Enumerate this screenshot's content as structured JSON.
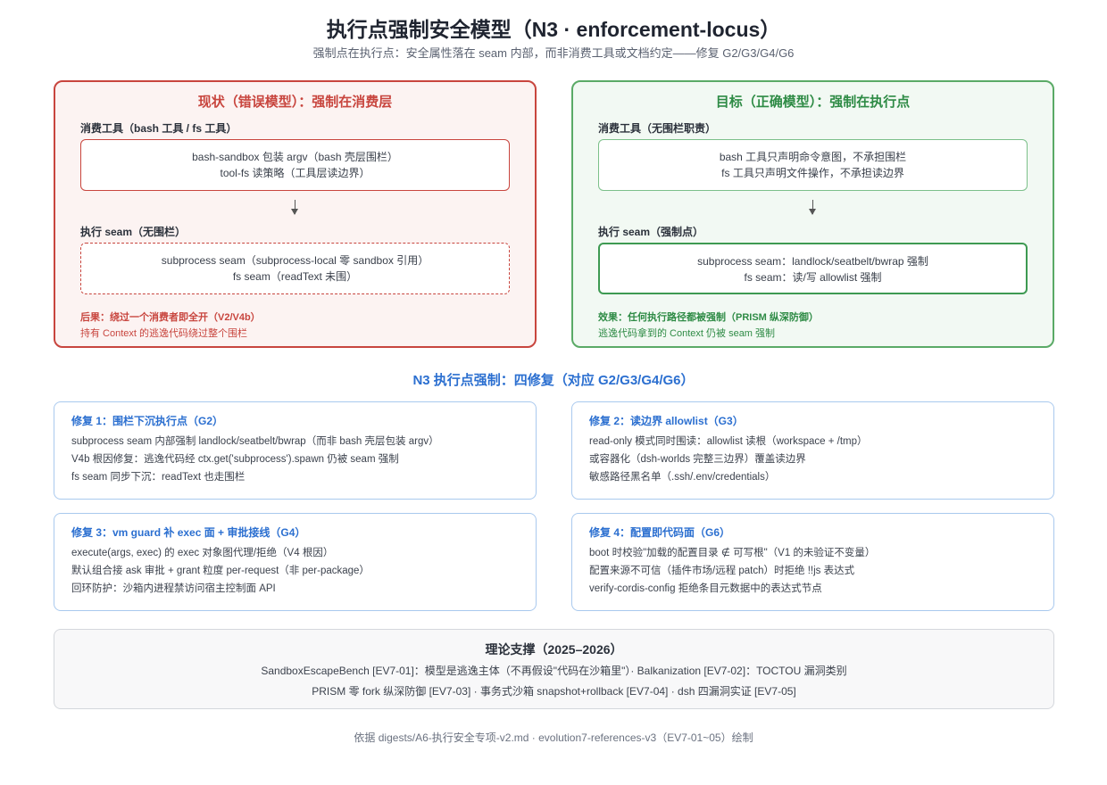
{
  "title": "执行点强制安全模型（N3 · enforcement-locus）",
  "subtitle": "强制点在执行点：安全属性落在 seam 内部，而非消费工具或文档约定——修复 G2/G3/G4/G6",
  "left_panel": {
    "title": "现状（错误模型）：强制在消费层",
    "consumer_label": "消费工具（bash 工具 / fs 工具）",
    "consumer_lines": [
      "bash-sandbox 包装 argv（bash 壳层围栏）",
      "tool-fs 读策略（工具层读边界）"
    ],
    "seam_label": "执行 seam（无围栏）",
    "seam_lines": [
      "subprocess seam（subprocess-local 零 sandbox 引用）",
      "fs seam（readText 未围）"
    ],
    "note_strong": "后果：绕过一个消费者即全开（V2/V4b）",
    "note": "持有 Context 的逃逸代码绕过整个围栏"
  },
  "right_panel": {
    "title": "目标（正确模型）：强制在执行点",
    "consumer_label": "消费工具（无围栏职责）",
    "consumer_lines": [
      "bash 工具只声明命令意图，不承担围栏",
      "fs 工具只声明文件操作，不承担读边界"
    ],
    "seam_label": "执行 seam（强制点）",
    "seam_lines": [
      "subprocess seam：landlock/seatbelt/bwrap 强制",
      "fs seam：读/写 allowlist 强制"
    ],
    "note_strong": "效果：任何执行路径都被强制（PRISM 纵深防御）",
    "note": "逃逸代码拿到的 Context 仍被 seam 强制"
  },
  "fixes_heading": "N3 执行点强制：四修复（对应 G2/G3/G4/G6）",
  "fixes": [
    {
      "title": "修复 1：围栏下沉执行点（G2）",
      "lines": [
        "subprocess seam 内部强制 landlock/seatbelt/bwrap（而非 bash 壳层包装 argv）",
        "V4b 根因修复：逃逸代码经 ctx.get('subprocess').spawn 仍被 seam 强制",
        "fs seam 同步下沉：readText 也走围栏"
      ]
    },
    {
      "title": "修复 2：读边界 allowlist（G3）",
      "lines": [
        "read-only 模式同时围读：allowlist 读根（workspace + /tmp）",
        "或容器化（dsh-worlds 完整三边界）覆盖读边界",
        "敏感路径黑名单（.ssh/.env/credentials）"
      ]
    },
    {
      "title": "修复 3：vm guard 补 exec 面 + 审批接线（G4）",
      "lines": [
        "execute(args, exec) 的 exec 对象图代理/拒绝（V4 根因）",
        "默认组合接 ask 审批 + grant 粒度 per-request（非 per-package）",
        "回环防护：沙箱内进程禁访问宿主控制面 API"
      ]
    },
    {
      "title": "修复 4：配置即代码面（G6）",
      "lines": [
        "boot 时校验\"加载的配置目录 ∉ 可写根\"（V1 的未验证不变量）",
        "配置来源不可信（插件市场/远程 patch）时拒绝 !!js 表达式",
        "verify-cordis-config 拒绝条目元数据中的表达式节点"
      ]
    }
  ],
  "theory": {
    "title": "理论支撑（2025–2026）",
    "lines": [
      "SandboxEscapeBench [EV7-01]：模型是逃逸主体（不再假设\"代码在沙箱里\"）· Balkanization [EV7-02]：TOCTOU 漏洞类别",
      "PRISM 零 fork 纵深防御 [EV7-03] · 事务式沙箱 snapshot+rollback [EV7-04] · dsh 四漏洞实证 [EV7-05]"
    ]
  },
  "footer": "依据 digests/A6-执行安全专项-v2.md · evolution7-references-v3（EV7-01~05）绘制"
}
